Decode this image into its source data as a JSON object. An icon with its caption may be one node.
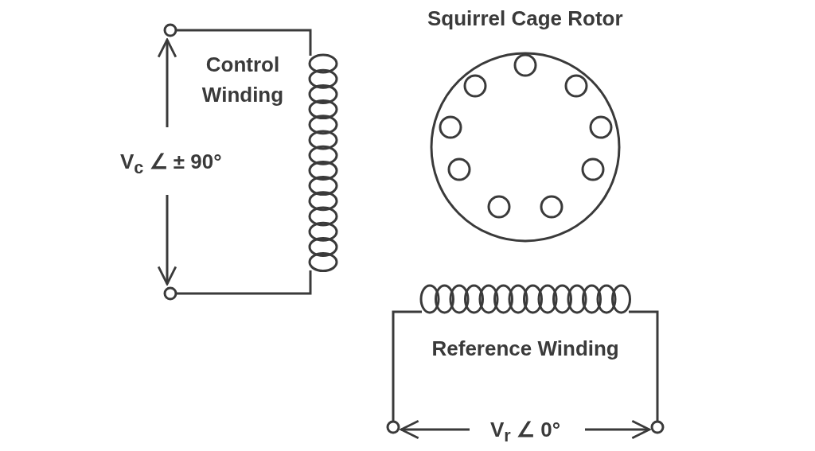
{
  "diagram": {
    "labels": [
      "Control Winding",
      "V$_{c}$ ∠ ± 90°",
      "Squirrel Cage Rotor",
      "Reference Winding",
      "V$_{r}$ ∠ 0°"
    ]
  }
}
